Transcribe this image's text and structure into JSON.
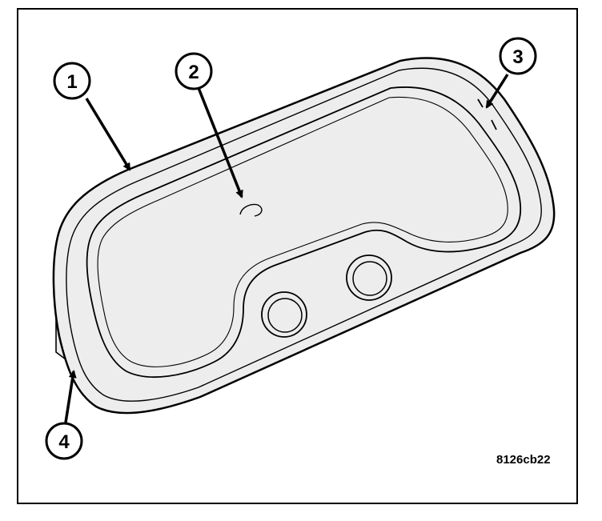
{
  "figure": {
    "id_label": "8126cb22",
    "colors": {
      "ink": "#000000",
      "paper": "#ffffff",
      "panel_fill": "#ededed"
    }
  },
  "callouts": [
    {
      "number": "1",
      "target": "housing-outer-edge"
    },
    {
      "number": "2",
      "target": "lens-center"
    },
    {
      "number": "3",
      "target": "release-notch"
    },
    {
      "number": "4",
      "target": "retaining-tab"
    }
  ]
}
